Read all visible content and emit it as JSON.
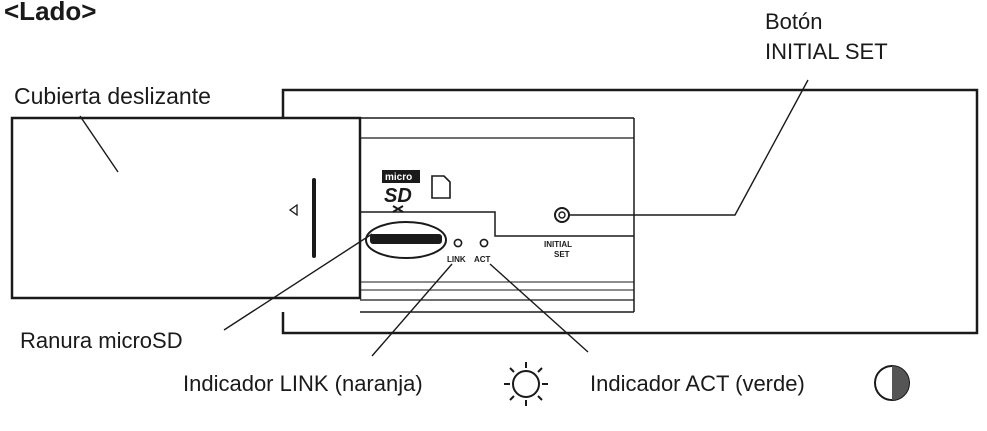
{
  "heading": "<Lado>",
  "labels": {
    "sliding_cover": "Cubierta deslizante",
    "initial_set_button_line1": "Botón",
    "initial_set_button_line2": "INITIAL SET",
    "microsd_slot": "Ranura microSD",
    "link_indicator": "Indicador LINK (naranja)",
    "act_indicator": "Indicador ACT (verde)"
  },
  "device_markings": {
    "initial_line1": "INITIAL",
    "initial_line2": "SET",
    "link": "LINK",
    "act": "ACT"
  },
  "icons": {
    "link_state": "blinking-sun-icon",
    "act_state": "half-lit-circle-icon",
    "card_logo": "microsdxc-logo-icon"
  },
  "colors": {
    "line": "#1a1a1a",
    "text": "#1a1a1a",
    "fill": "#ffffff",
    "shade": "#555555"
  }
}
